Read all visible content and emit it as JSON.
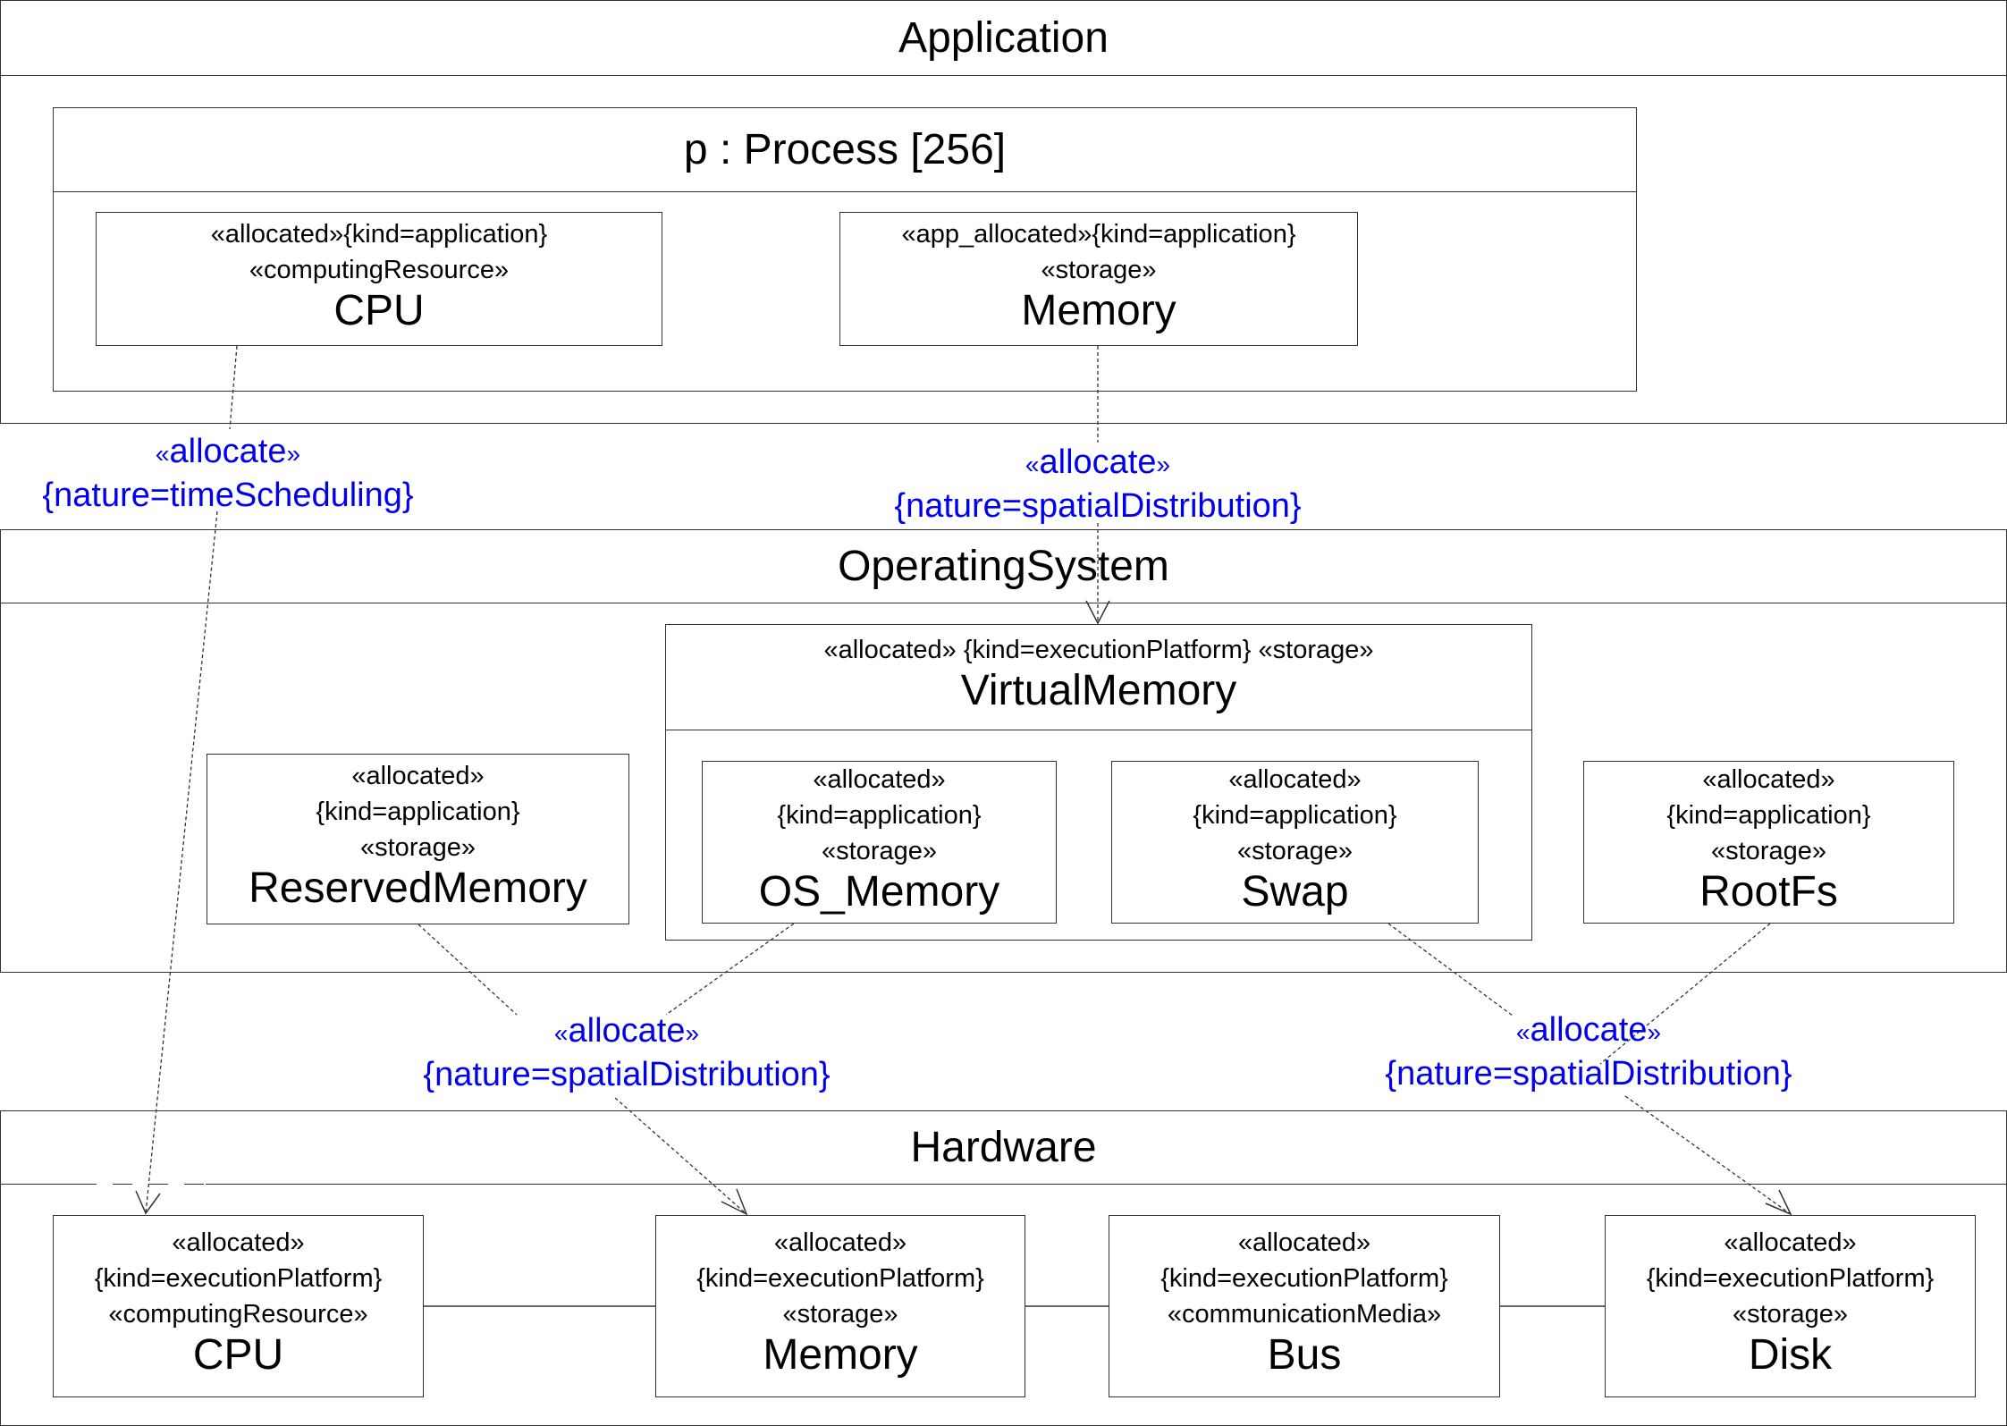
{
  "frames": {
    "application": {
      "title": "Application"
    },
    "operating_system": {
      "title": "OperatingSystem"
    },
    "hardware": {
      "title": "Hardware"
    }
  },
  "process": {
    "title": "p : Process [256]"
  },
  "app_blocks": {
    "cpu": {
      "line1": "«allocated»{kind=application}",
      "line2": "«computingResource»",
      "name": "CPU"
    },
    "memory": {
      "line1": "«app_allocated»{kind=application}",
      "line2": "«storage»",
      "name": "Memory"
    }
  },
  "virtual_memory": {
    "header": "«allocated» {kind=executionPlatform} «storage»",
    "name": "VirtualMemory"
  },
  "os_blocks": {
    "reserved_memory": {
      "line1": "«allocated»",
      "line2": "{kind=application}",
      "line3": "«storage»",
      "name": "ReservedMemory"
    },
    "os_memory": {
      "line1": "«allocated»",
      "line2": "{kind=application}",
      "line3": "«storage»",
      "name": "OS_Memory"
    },
    "swap": {
      "line1": "«allocated»",
      "line2": "{kind=application}",
      "line3": "«storage»",
      "name": "Swap"
    },
    "rootfs": {
      "line1": "«allocated»",
      "line2": "{kind=application}",
      "line3": "«storage»",
      "name": "RootFs"
    }
  },
  "hw_blocks": {
    "cpu": {
      "line1": "«allocated»",
      "line2": "{kind=executionPlatform}",
      "line3": "«computingResource»",
      "name": "CPU"
    },
    "memory": {
      "line1": "«allocated»",
      "line2": "{kind=executionPlatform}",
      "line3": "«storage»",
      "name": "Memory"
    },
    "bus": {
      "line1": "«allocated»",
      "line2": "{kind=executionPlatform}",
      "line3": "«communicationMedia»",
      "name": "Bus"
    },
    "disk": {
      "line1": "«allocated»",
      "line2": "{kind=executionPlatform}",
      "line3": "«storage»",
      "name": "Disk"
    }
  },
  "allocations": {
    "time_scheduling": {
      "open": "«",
      "keyword": "allocate",
      "close": "»",
      "nature": "{nature=timeScheduling}"
    },
    "memory_to_virtual": {
      "open": "«",
      "keyword": "allocate",
      "close": "»",
      "nature": "{nature=spatialDistribution}"
    },
    "os_to_hw_memory": {
      "open": "«",
      "keyword": "allocate",
      "close": "»",
      "nature": "{nature=spatialDistribution}"
    },
    "storage_to_disk": {
      "open": "«",
      "keyword": "allocate",
      "close": "»",
      "nature": "{nature=spatialDistribution}"
    }
  },
  "colors": {
    "allocation_label": "#0000ee",
    "lines": "#333333"
  }
}
